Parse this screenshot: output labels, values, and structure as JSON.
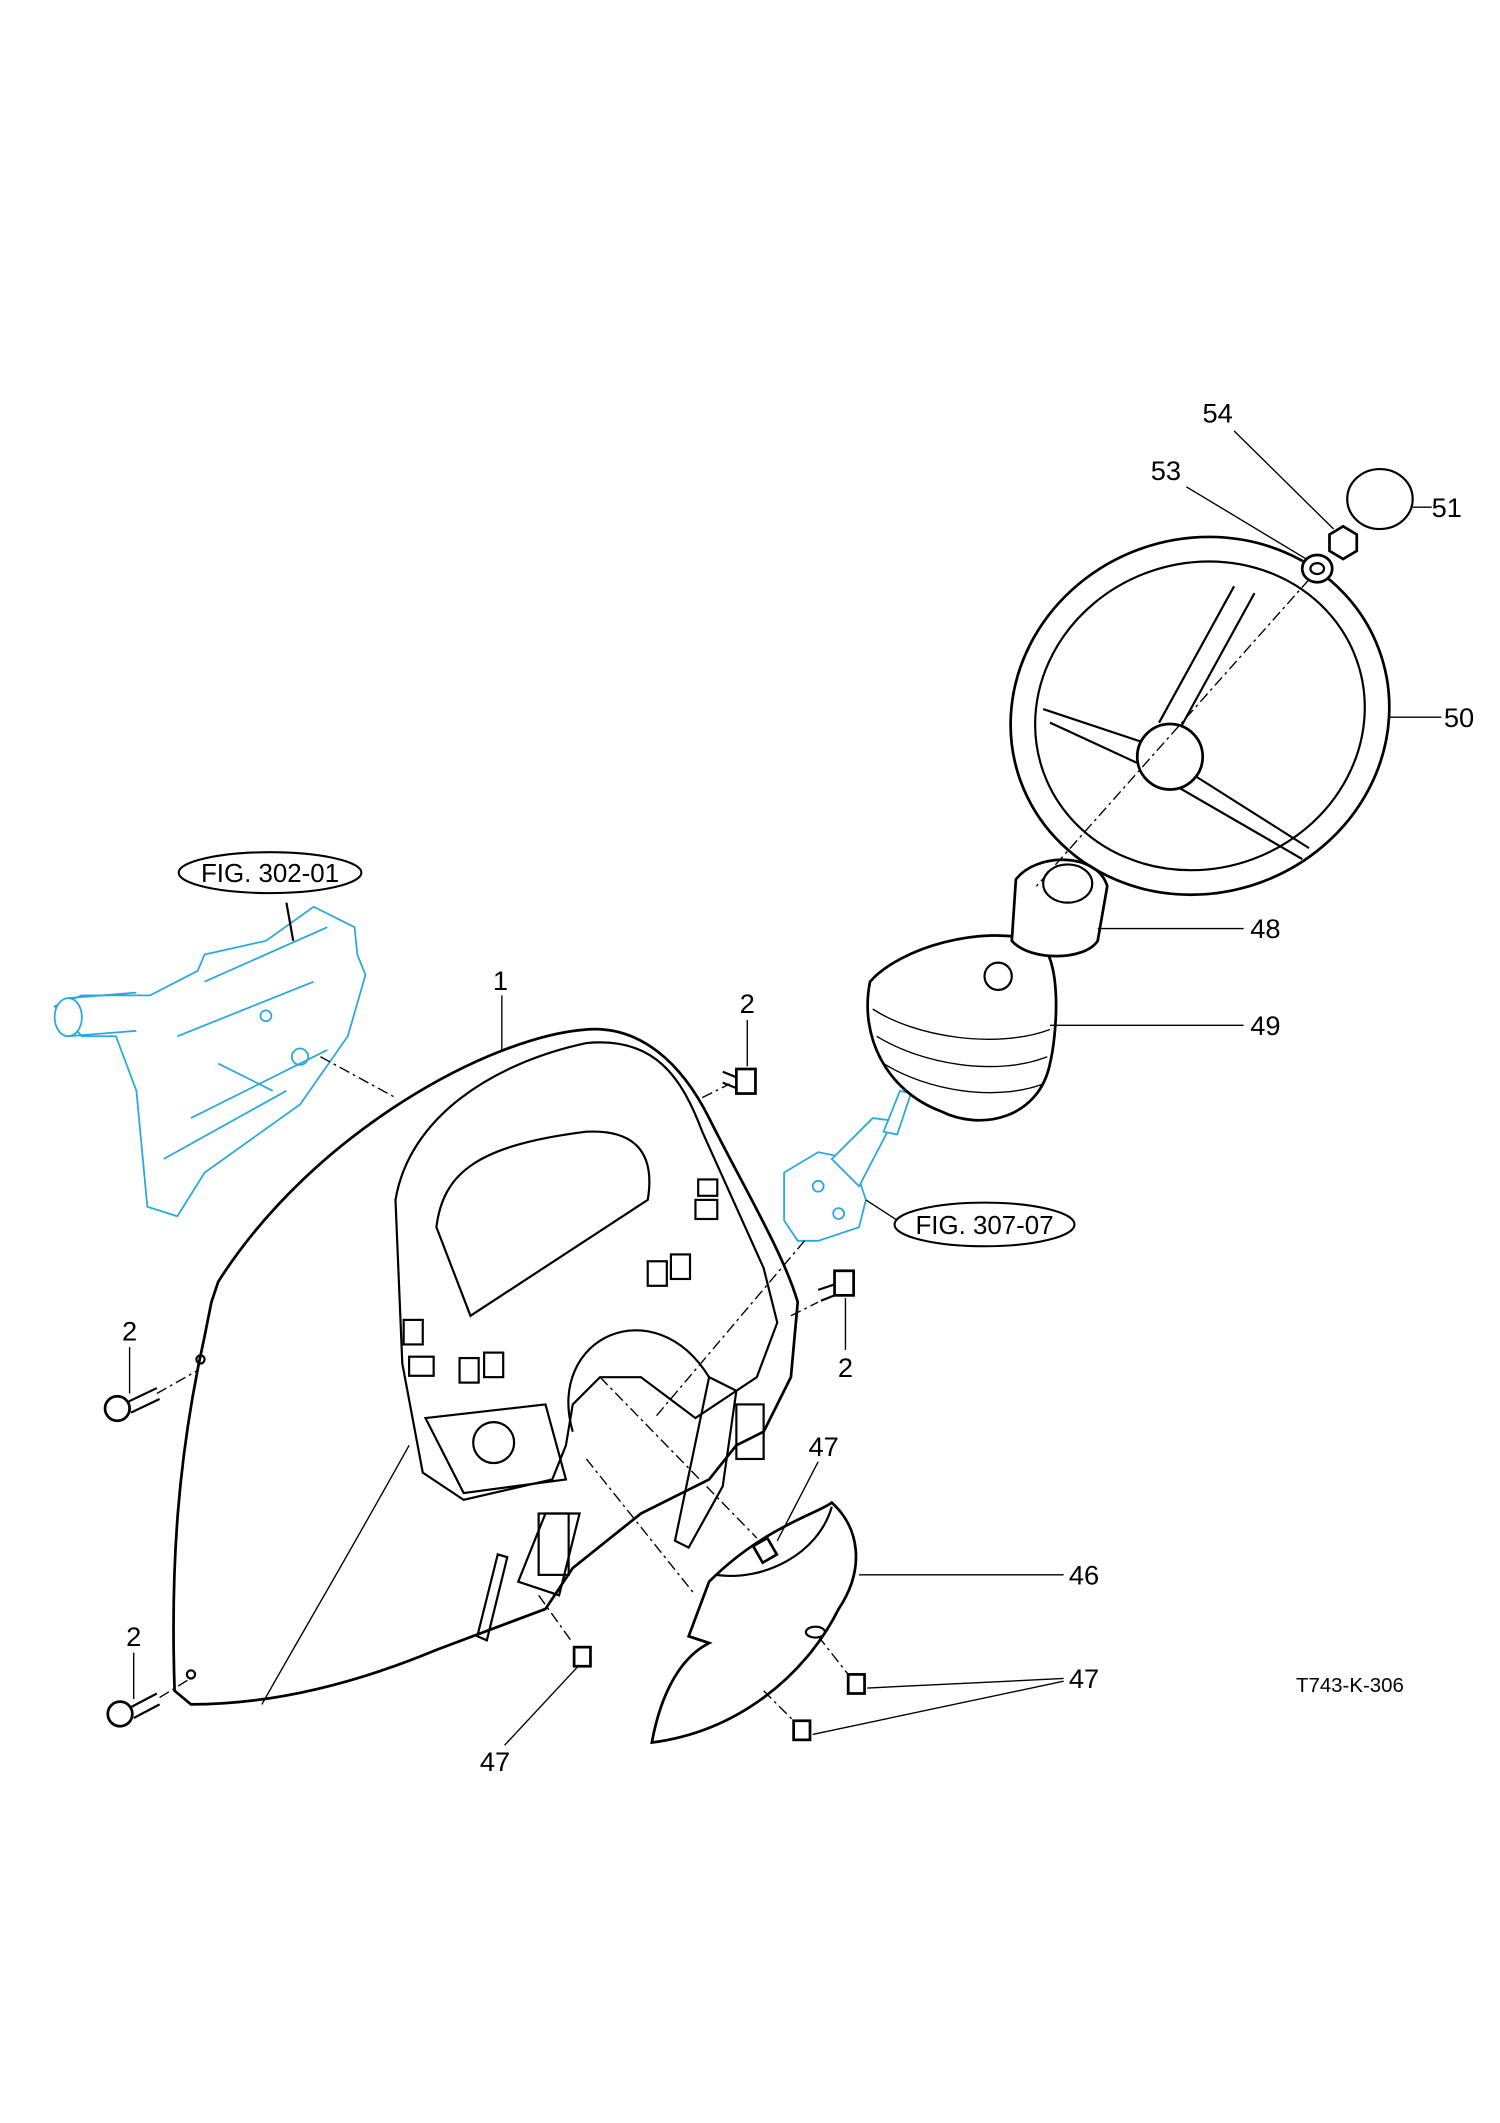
{
  "drawing_code": "T743-K-306",
  "figure_refs": [
    {
      "label": "FIG. 302-01"
    },
    {
      "label": "FIG. 307-07"
    }
  ],
  "callouts": {
    "p1": "1",
    "p2_a": "2",
    "p2_b": "2",
    "p2_c": "2",
    "p2_d": "2",
    "p46": "46",
    "p47_a": "47",
    "p47_b": "47",
    "p47_c": "47",
    "p48": "48",
    "p49": "49",
    "p50": "50",
    "p51": "51",
    "p53": "53",
    "p54": "54"
  },
  "colors": {
    "line": "#000000",
    "reference": "#29a8e0"
  }
}
